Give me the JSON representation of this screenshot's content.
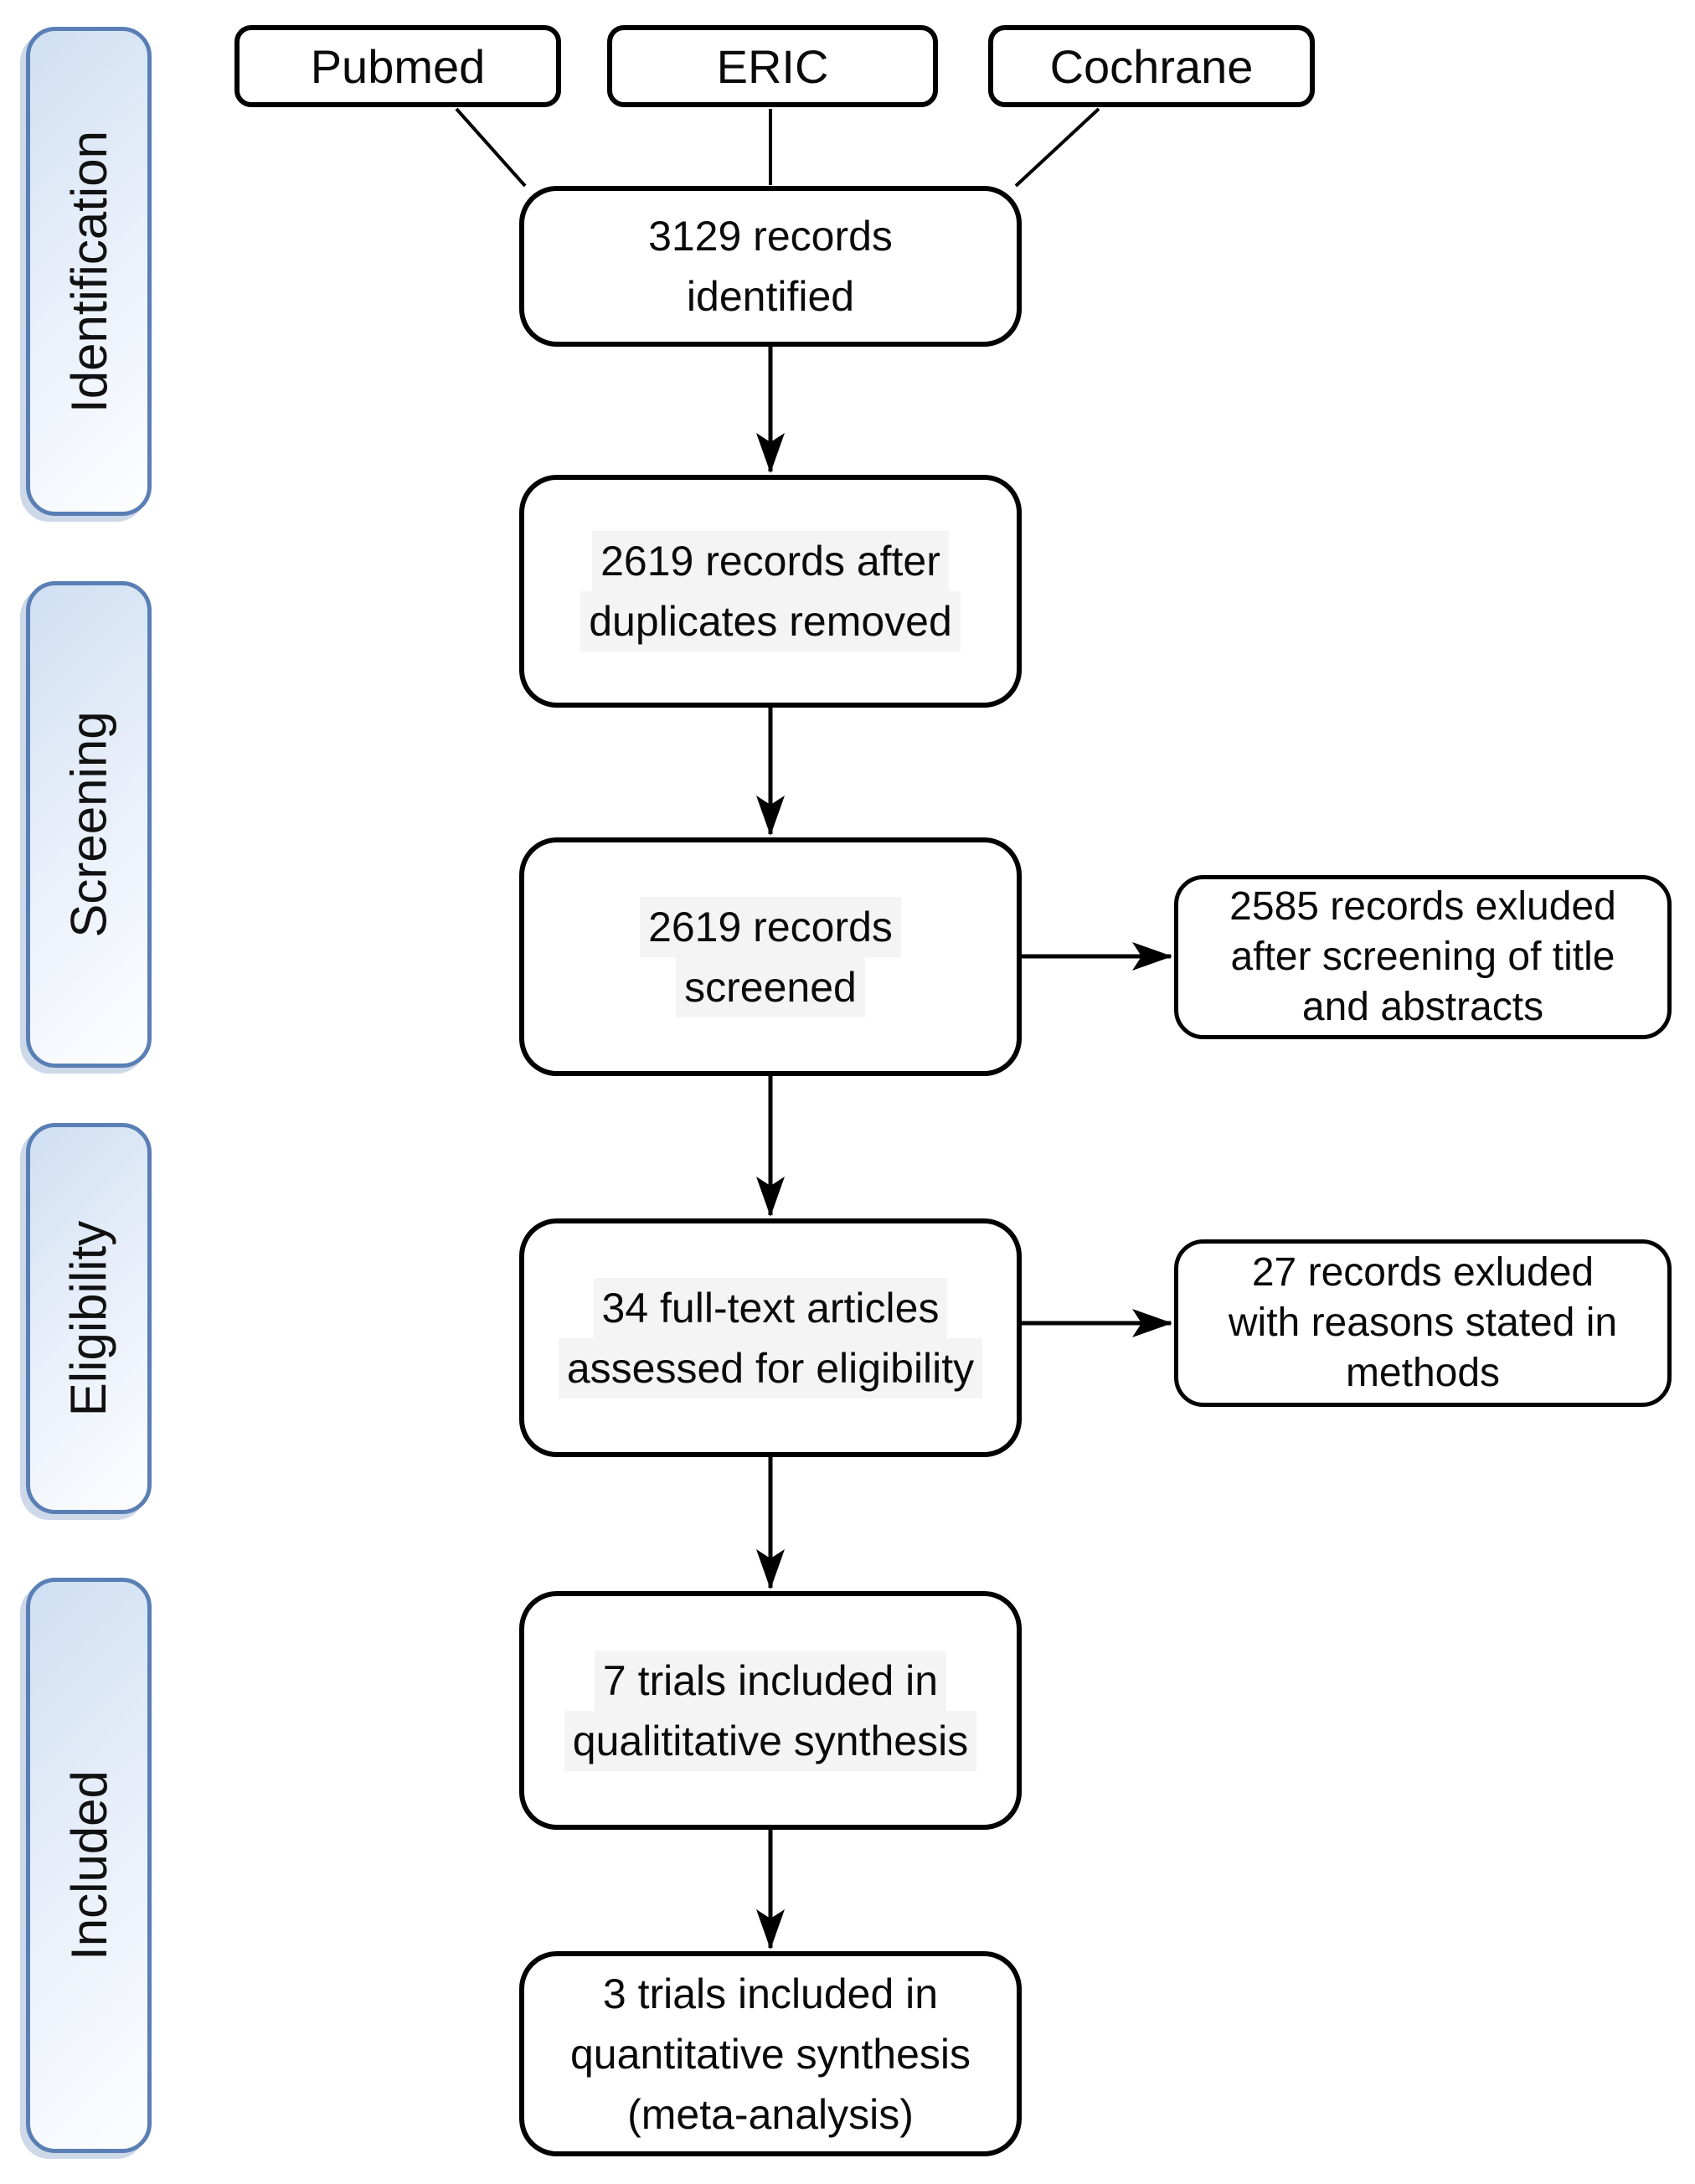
{
  "stages": [
    {
      "label": "Identification"
    },
    {
      "label": "Screening"
    },
    {
      "label": "Eligibility"
    },
    {
      "label": "Included"
    }
  ],
  "sources": [
    {
      "label": "Pubmed"
    },
    {
      "label": "ERIC"
    },
    {
      "label": "Cochrane"
    }
  ],
  "flow_boxes": [
    {
      "lines": [
        "3129 records",
        "identified"
      ]
    },
    {
      "lines": [
        "2619 records after",
        "duplicates removed"
      ]
    },
    {
      "lines": [
        "2619 records",
        "screened"
      ]
    },
    {
      "lines": [
        "34 full-text articles",
        "assessed for eligibility"
      ]
    },
    {
      "lines": [
        "7 trials included in",
        "qualititative synthesis"
      ]
    },
    {
      "lines": [
        "3 trials included in",
        "quantitative synthesis",
        "(meta-analysis)"
      ]
    }
  ],
  "exclusion_boxes": [
    {
      "lines": [
        "2585 records exluded",
        "after screening of title",
        "and abstracts"
      ]
    },
    {
      "lines": [
        "27  records exluded",
        "with reasons stated in",
        "methods"
      ]
    }
  ],
  "colors": {
    "stage_border": "#5a7fb5",
    "stage_fill_a": "#cfdff2",
    "stage_fill_b": "#fdfeff",
    "line_highlight": "#f4f4f5",
    "box_border": "#000000"
  }
}
